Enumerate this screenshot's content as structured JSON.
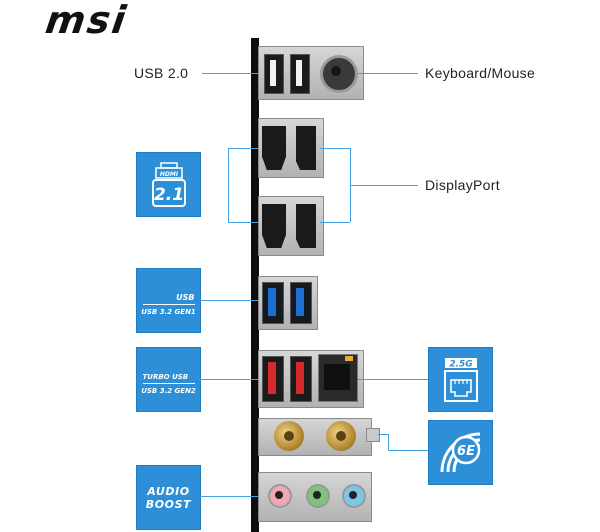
{
  "brand": {
    "logo": "msi"
  },
  "labels": {
    "usb20": "USB 2.0",
    "keyboard_mouse": "Keyboard/Mouse",
    "displayport": "DisplayPort"
  },
  "badges": {
    "hdmi": {
      "top": "HDMI",
      "version": "2.1"
    },
    "usb_gen1": {
      "top": "USB",
      "bottom": "USB 3.2 GEN1"
    },
    "usb_gen2": {
      "top": "TURBO USB",
      "bottom": "USB 3.2 GEN2"
    },
    "lan": {
      "speed": "2.5G"
    },
    "wifi": {
      "version": "6E"
    },
    "audio": {
      "line1": "AUDIO",
      "line2": "BOOST"
    }
  },
  "colors": {
    "accent": "#2d8fd7",
    "usb3_blue": "#1f6fd1",
    "usb_red": "#d32b2b",
    "audio_pink": "#f2a7b5",
    "audio_green": "#7cc47a",
    "audio_blue": "#7cc7e8"
  },
  "icons": [
    "hdmi-icon",
    "ethernet-icon",
    "wifi-icon"
  ]
}
